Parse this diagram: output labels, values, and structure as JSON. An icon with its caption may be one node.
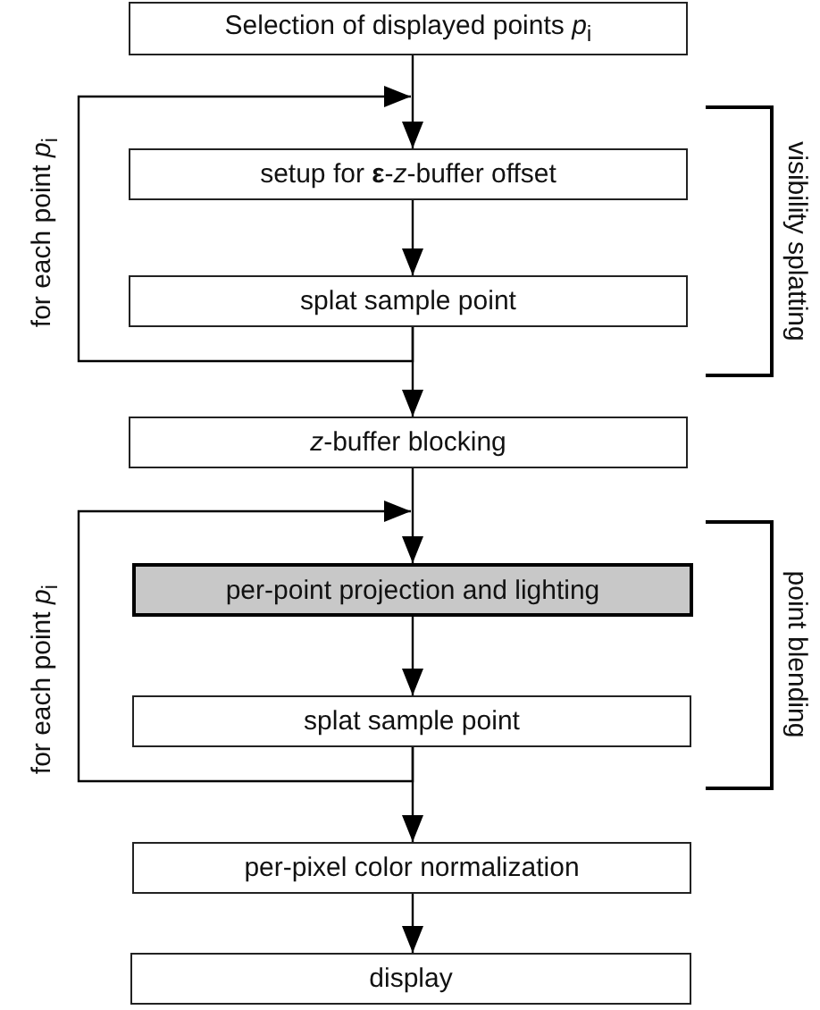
{
  "diagram": {
    "nodes": [
      {
        "text": [
          "Selection of displayed points *p*$_{i}$"
        ]
      },
      {
        "text": [
          "setup for **ε**-*z*-buffer offset"
        ]
      },
      {
        "text": [
          "splat sample point"
        ]
      },
      {
        "text": [
          "*z*-buffer blocking"
        ]
      },
      {
        "text": [
          "per-point projection and lighting"
        ]
      },
      {
        "text": [
          "splat sample point"
        ]
      },
      {
        "text": [
          "per-pixel color normalization"
        ]
      },
      {
        "text": [
          "display"
        ]
      }
    ],
    "edges": [
      {
        "from": 0,
        "to": 1,
        "arrow": "to"
      },
      {
        "from": 1,
        "to": 2,
        "arrow": "to"
      },
      {
        "from": 2,
        "to": 1,
        "arrow": "to"
      },
      {
        "from": 2,
        "to": 3,
        "arrow": "to"
      },
      {
        "from": 3,
        "to": 4,
        "arrow": "to"
      },
      {
        "from": 4,
        "to": 5,
        "arrow": "to"
      },
      {
        "from": 5,
        "to": 4,
        "arrow": "to"
      },
      {
        "from": 5,
        "to": 6,
        "arrow": "to"
      },
      {
        "from": 6,
        "to": 7,
        "arrow": "to"
      }
    ],
    "labels": [
      "for each point *p*$_{i}$",
      "visibility splatting",
      "for each point *p*$_{i}$",
      "point blending"
    ]
  }
}
